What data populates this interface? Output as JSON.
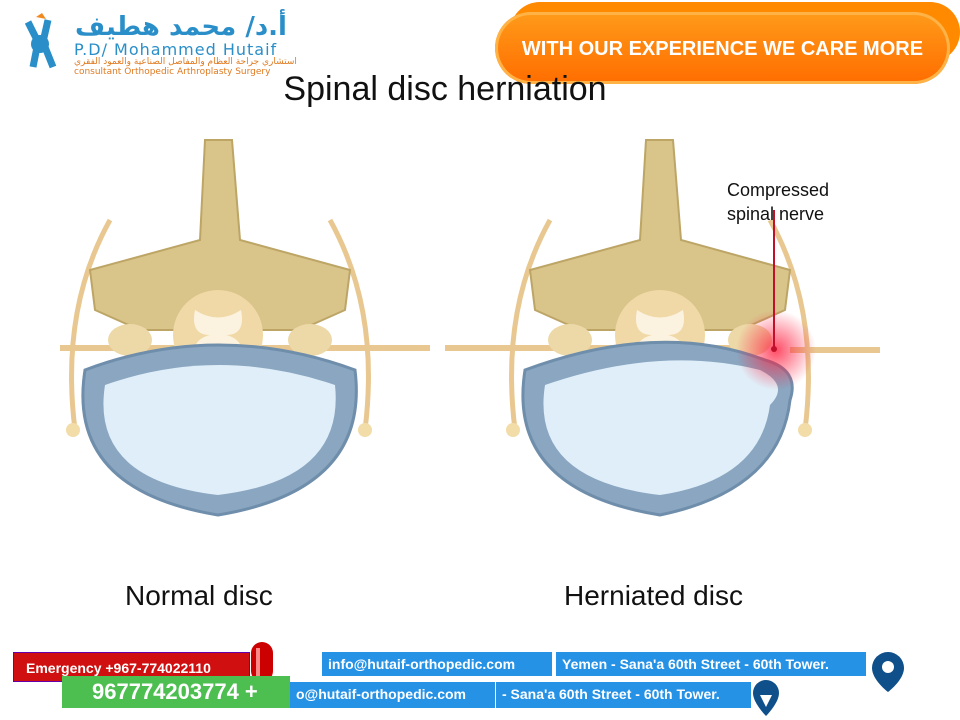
{
  "logo": {
    "arabic_name": "أ.د/ محمد هطيف",
    "english_name": "P.D/ Mohammed Hutaif",
    "arabic_subtitle": "استشاري جراحة العظام والمفاصل الصناعية والعمود الفقري",
    "english_subtitle": "consultant Orthopedic Arthroplasty Surgery"
  },
  "banner": {
    "text": "WITH OUR EXPERIENCE WE CARE MORE",
    "color": "#ff7f00"
  },
  "illustration": {
    "title": "Spinal disc herniation",
    "left_label": "Normal disc",
    "right_label": "Herniated disc",
    "annotation": "Compressed spinal nerve"
  },
  "footer": {
    "emergency": "Emergency +967-774022110",
    "phone": "967774203774 +",
    "email_back": "info@hutaif-orthopedic.com",
    "email_front": "o@hutaif-orthopedic.com",
    "address_back": "Yemen - Sana'a 60th Street - 60th Tower.",
    "address_front": "- Sana'a 60th Street - 60th Tower."
  }
}
